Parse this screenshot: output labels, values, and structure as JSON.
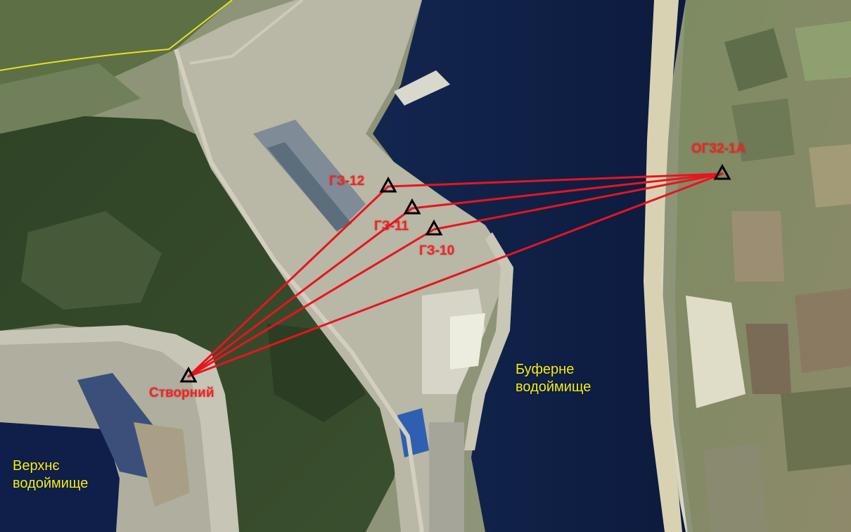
{
  "map": {
    "areas": {
      "upper_reservoir": [
        "Верхнє",
        "водоймище"
      ],
      "buffer_reservoir": [
        "Буферне",
        "водоймище"
      ]
    },
    "points": {
      "ogz": "ОГ32-1А",
      "gz12": "ГЗ-12",
      "gz11": "ГЗ-11",
      "gz10": "ГЗ-10",
      "stvornyi": "Створний",
      "unlabeled": ""
    },
    "colors": {
      "sight_line": "#e8141e",
      "point_label": "#ff2020",
      "area_label": "#f4ec1c",
      "marker": "#000000",
      "water": "#0e1f47"
    },
    "icons": {
      "geodetic_point": "triangle-marker-icon"
    }
  }
}
